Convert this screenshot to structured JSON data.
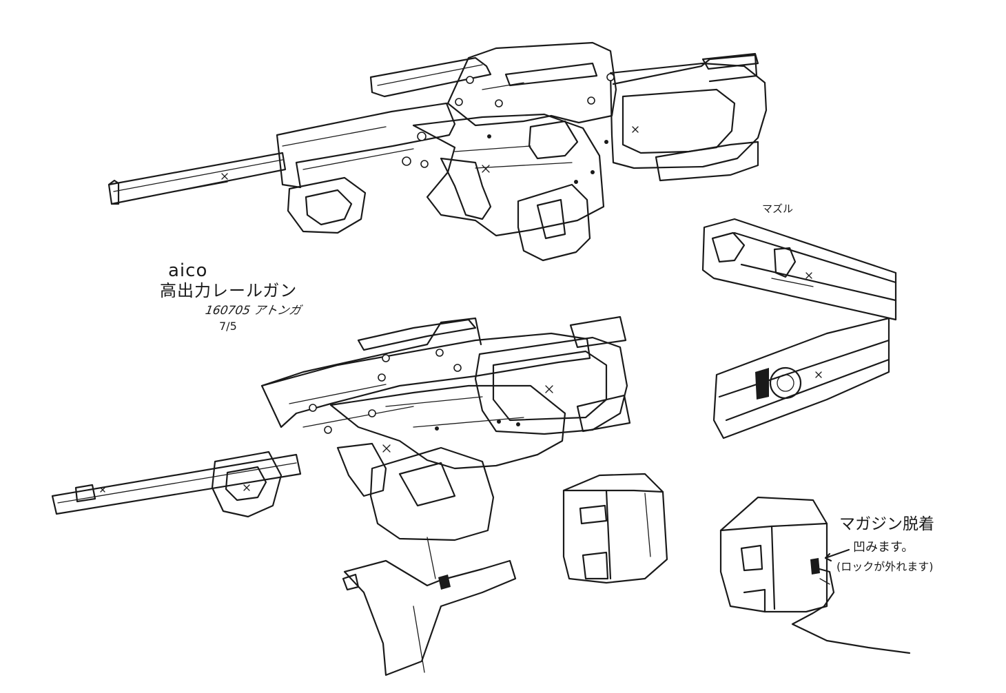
{
  "sheet": {
    "title_latin": "aico",
    "title_jp": "高出力レールガン",
    "title_date": "160705 アトンガ",
    "title_page": "7/5"
  },
  "annotations": {
    "muzzle": "マズル",
    "magazine_detach": "マガジン脱着",
    "dent": "凹みます。",
    "lock_release": "(ロックが外れます)"
  }
}
